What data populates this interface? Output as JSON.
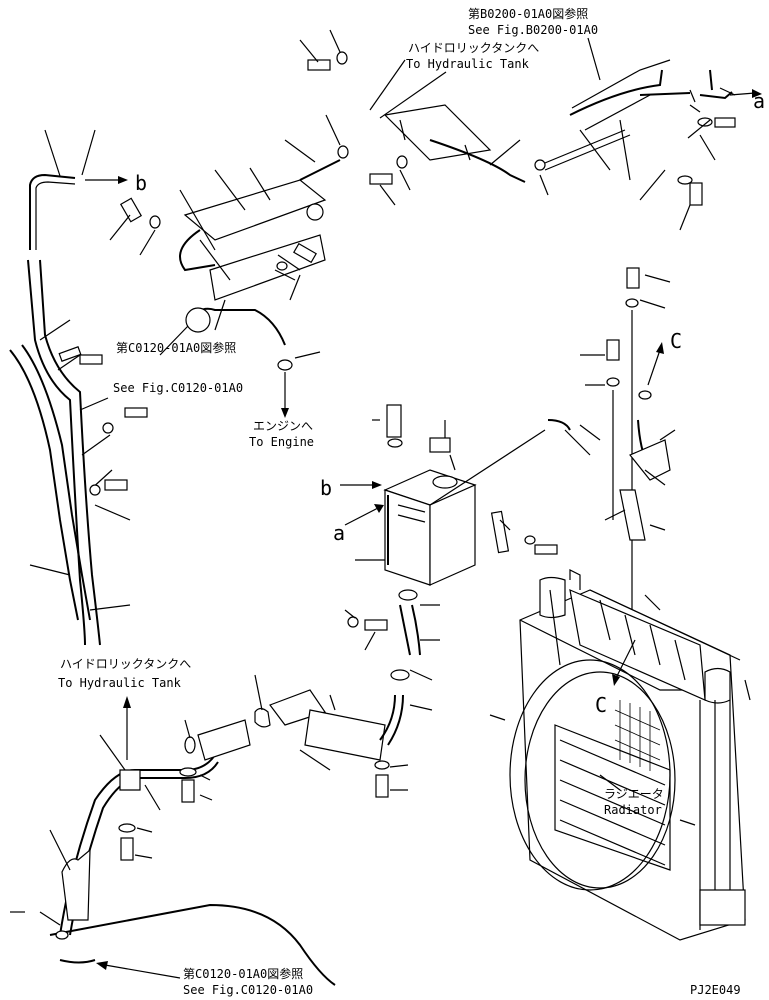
{
  "refs": {
    "b0200_jp": "第B0200-01A0図参照",
    "b0200_en": "See Fig.B0200-01A0",
    "c0120_mid_jp": "第C0120-01A0図参照",
    "c0120_mid_en": "See Fig.C0120-01A0",
    "c0120_bot_jp": "第C0120-01A0図参照",
    "c0120_bot_en": "See Fig.C0120-01A0"
  },
  "destinations": {
    "hyd_top_jp": "ハイドロリックタンクへ",
    "hyd_top_en": "To Hydraulic Tank",
    "hyd_left_jp": "ハイドロリックタンクへ",
    "hyd_left_en": "To Hydraulic Tank",
    "engine_jp": "エンジンへ",
    "engine_en": "To Engine"
  },
  "parts": {
    "radiator_jp": "ラジエータ",
    "radiator_en": "Radiator"
  },
  "callouts": {
    "a_top": "a",
    "a_mid": "a",
    "b_top": "b",
    "b_mid": "b",
    "c_top": "C",
    "c_bottom": "C"
  },
  "drawing_code": "PJ2E049"
}
